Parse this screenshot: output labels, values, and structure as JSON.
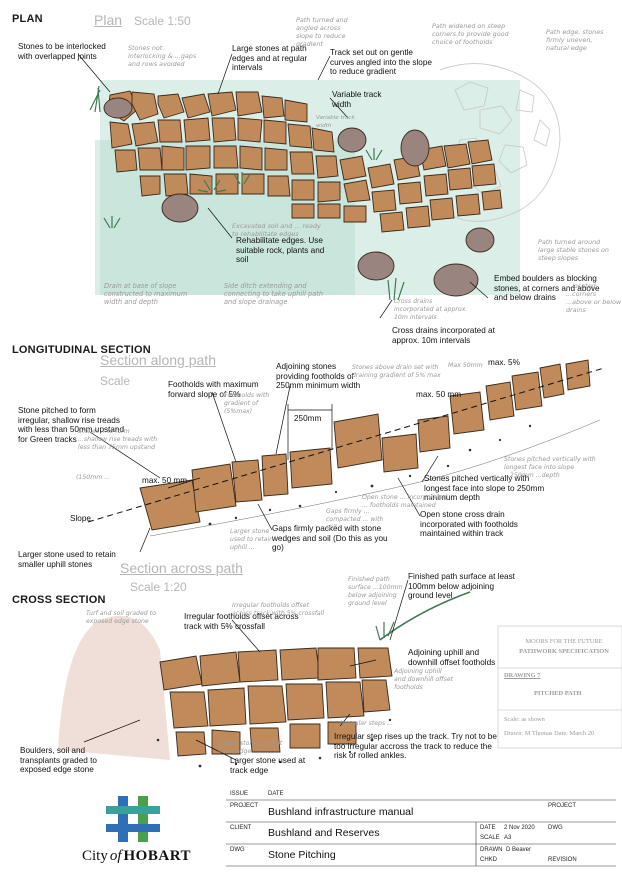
{
  "sections": {
    "plan": {
      "heading": "PLAN",
      "sketch_heading": "Plan",
      "scale": "Scale 1:50"
    },
    "longitudinal": {
      "heading": "LONGITUDINAL SECTION",
      "sketch_heading": "Section along path",
      "scale": "Scale"
    },
    "cross": {
      "heading": "CROSS SECTION",
      "sketch_heading": "Section across path",
      "scale": "Scale 1:20"
    }
  },
  "plan_labels": {
    "interlocked": "Stones to be interlocked with overlapped joints",
    "large_stones": "Large stones at path edges and at regular intervals",
    "track_set_out": "Track set out on gentle curves angled into the slope to reduce gradient",
    "variable_width": "Variable track width",
    "rehabilitate": "Rehabilitate edges. Use suitable rock, plants and soil",
    "embed_boulders": "Embed boulders as blocking stones, at corners and above and below drains",
    "cross_drains": "Cross drains incorporated at approx. 10m intervals"
  },
  "plan_sketch_notes": {
    "s1": "Stones not interlocking & ...gaps and rows avoided",
    "s2": "Path turned and angled across slope to reduce gradient",
    "s3": "Path widened on steep corners to provide good choice of footholds",
    "s4": "Path edge, stones firmly uneven, natural edge",
    "s5": "Variable track width",
    "s6": "Excavated soil and ... ready to rehabilitate edges",
    "s7": "Drain at base of slope constructed to maximum width and depth",
    "s8": "Side ditch extending and connecting to take uphill path and slope drainage",
    "s9": "Cross drains incorporated at approx. 10m intervals",
    "s10": "Path turned around large stable stones on steep slopes",
    "s11": "...located ...corners ...above or below drains"
  },
  "long_labels": {
    "stone_pitched": "Stone pitched to form irregular, shallow rise treads with less than 50mm upstand for Green tracks",
    "footholds": "Footholds with maximum forward slope of 5%",
    "adjoining": "Adjoining stones providing footholds of 250mm minimum width",
    "max5": "max. 5%",
    "max50_right": "max. 50 mm",
    "max50_left": "max. 50 mm",
    "dim250": "250mm",
    "slope": "Slope",
    "larger_stone": "Larger stone used to retain smaller uphill stones",
    "gaps": "Gaps firmly packed with stone wedges and soil (Do this as you go)",
    "pitched_vert": "Stones pitched vertically with longest face into slope to 250mm minimum depth",
    "open_drain": "Open stone cross drain incorporated with footholds maintained within track"
  },
  "long_sketch_notes": {
    "s1": "Footholds with gradient of (5%max)",
    "s2": "Stones ...to form ...shallow rise treads with less than 75mm upstand",
    "s3": "(150mm ...",
    "s4": "Stones above drain set with draining gradient of 5% max",
    "s5": "Max 50mm",
    "s6": "Stones pitched vertically with longest face into slope ...250mm ...depth",
    "s7": "Open stone ... incorporated ... footholds maintained",
    "s8": "Gaps firmly ... compacted ... with soil",
    "s9": "Larger stone used to retain uphill ..."
  },
  "cross_labels": {
    "irregular": "Irregular footholds offset across track with 5% crossfall",
    "finished": "Finished path surface at least 100mm below adjoining ground level",
    "adjoining_offset": "Adjoining uphill and downhill offset footholds",
    "boulders": "Boulders, soil and transplants graded to exposed edge stone",
    "larger_edge": "Larger stone used at track edge",
    "irregular_step": "Irregular step rises up the track. Try not to be too irregular accross the track to reduce the risk of rolled ankles."
  },
  "cross_sketch_notes": {
    "s1": "Turf and soil graded to exposed edge stone",
    "s2": "Irregular footholds offset across track with 5% crossfall",
    "s3": "Finished path surface ...100mm below adjoining ground level",
    "s4": "Adjoining uphill and downhill offset footholds",
    "s5": "Larger stone used at track edge",
    "s6": "Irregular steps ..."
  },
  "spec_sheet": {
    "title1": "MOORS FOR THE FUTURE",
    "title2": "PATHWORK SPECIFICATION",
    "drawing": "DRAWING 7",
    "name": "PITCHED PATH",
    "scale": "Scale:  as shown",
    "drawn": "Drawn:  M Thomas   Date:  March 20"
  },
  "title_block": {
    "issue_label": "ISSUE",
    "date_label": "DATE",
    "project_label": "PROJECT",
    "project": "Bushland infrastructure manual",
    "project_label_right": "PROJECT",
    "client_label": "CLIENT",
    "client": "Bushland and Reserves",
    "date_label2": "DATE",
    "date": "2 Nov 2020",
    "dwg_label_right": "DWG",
    "scale_label": "SCALE",
    "scale": "A3",
    "dwg_label": "DWG",
    "dwg": "Stone Pitching",
    "drawn_label": "DRAWN",
    "drawn": "D Beaver",
    "chkd_label": "CHKD",
    "revision_label": "REVISION"
  },
  "logo": {
    "text_a": "City",
    "text_b": "of",
    "text_c": "HOBART"
  },
  "colors": {
    "stone": "#c08a5a",
    "stone_dark": "#a06a3a",
    "stone_outline": "#3a2a1e",
    "boulder": "#9a8480",
    "green_wash": "#cfe8df",
    "grass": "#3e7a54",
    "logo_blue": "#2f6fb5",
    "logo_green": "#4aa04a",
    "logo_teal": "#3aa09a"
  }
}
